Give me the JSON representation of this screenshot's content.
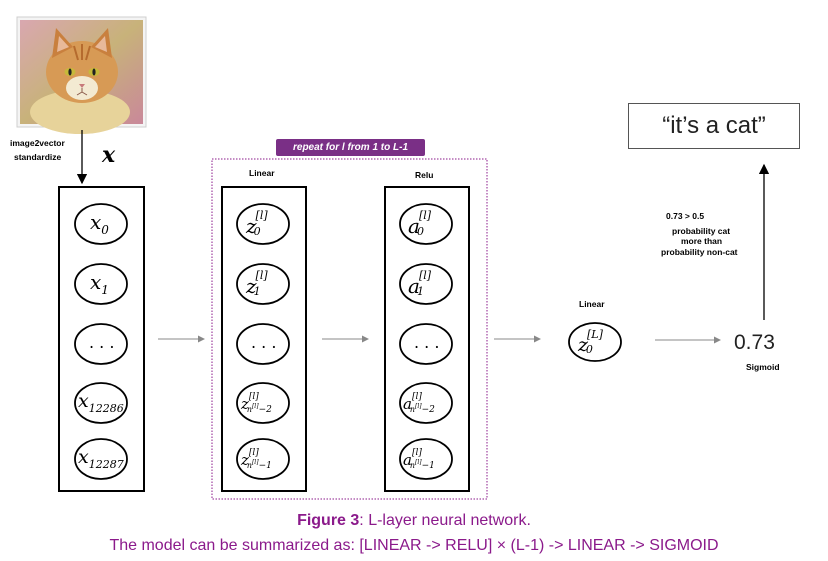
{
  "input": {
    "preprocess_line1": "image2vector",
    "preprocess_line2": "standardize",
    "vector_symbol": "x",
    "nodes": [
      "x0",
      "x1",
      "...",
      "x12286",
      "x12287"
    ]
  },
  "repeat_block": {
    "label": "repeat for l from 1 to L-1",
    "linear_title": "Linear",
    "relu_title": "Relu",
    "linear_nodes": [
      "z0[l]",
      "z1[l]",
      "...",
      "z_n[l]-2 [l]",
      "z_n[l]-1 [l]"
    ],
    "relu_nodes": [
      "a0[l]",
      "a1[l]",
      "...",
      "a_n[l]-2 [l]",
      "a_n[l]-1 [l]"
    ]
  },
  "final_layer": {
    "title": "Linear",
    "node": "z0[L]"
  },
  "output": {
    "value": "0.73",
    "activation": "Sigmoid",
    "rule": "0.73 > 0.5",
    "explain_line1": "probability cat",
    "explain_line2": "more than",
    "explain_line3": "probability non-cat",
    "prediction": "“it’s a cat”"
  },
  "caption": {
    "figure_label": "Figure 3",
    "figure_text": ": L-layer neural network.",
    "summary": "The model can be summarized as: [LINEAR -> RELU] × (L-1) -> LINEAR -> SIGMOID"
  },
  "colors": {
    "accent": "#8b1a8b",
    "tag_bg": "#7a2f86",
    "arrow": "#888888"
  },
  "icons": [
    "cat-photo"
  ]
}
